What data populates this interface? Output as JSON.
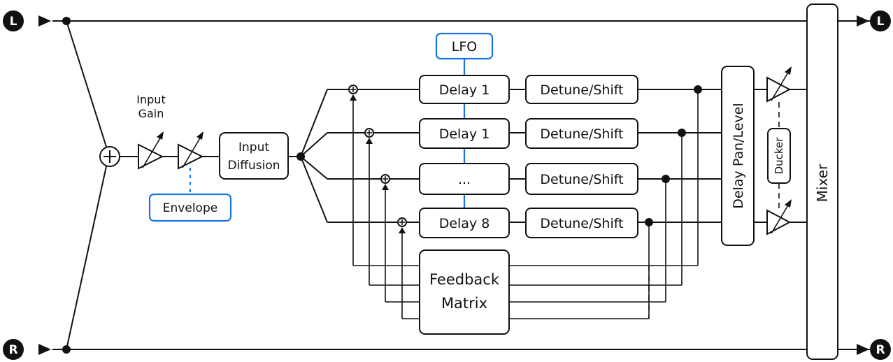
{
  "io": {
    "left_in": "L",
    "right_in": "R",
    "left_out": "L",
    "right_out": "R"
  },
  "blocks": {
    "input_gain_line1": "Input",
    "input_gain_line2": "Gain",
    "envelope": "Envelope",
    "input_diffusion_line1": "Input",
    "input_diffusion_line2": "Diffusion",
    "lfo": "LFO",
    "delays": [
      "Delay 1",
      "Delay 1",
      "...",
      "Delay 8"
    ],
    "detune": [
      "Detune/Shift",
      "Detune/Shift",
      "Detune/Shift",
      "Detune/Shift"
    ],
    "feedback_line1": "Feedback",
    "feedback_line2": "Matrix",
    "delay_pan_level": "Delay Pan/Level",
    "ducker": "Ducker",
    "mixer": "Mixer"
  },
  "colors": {
    "line": "#111111",
    "modulation": "#1a73e8",
    "background": "#ffffff"
  }
}
